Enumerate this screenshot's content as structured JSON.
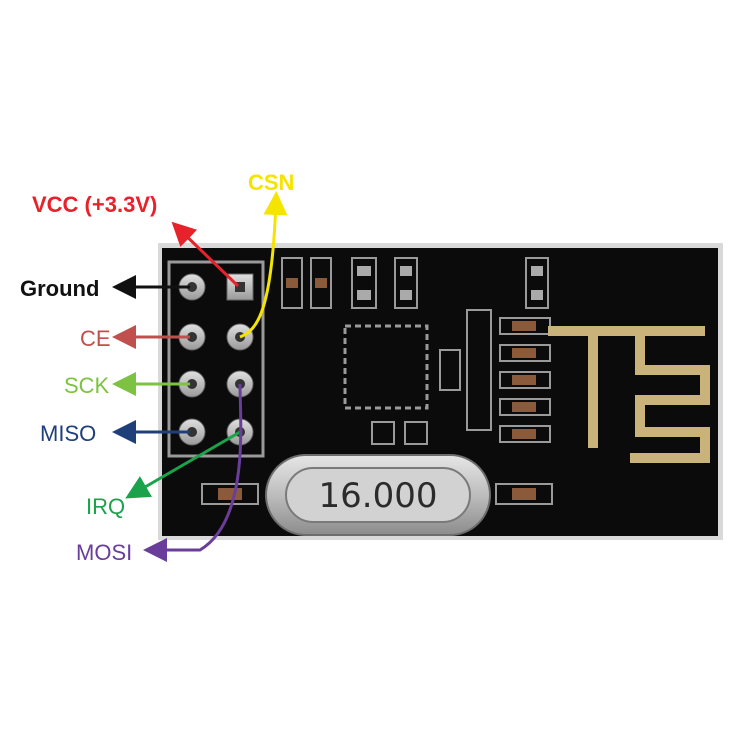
{
  "module": {
    "crystal_label": "16.000"
  },
  "pins": [
    {
      "id": "vcc",
      "label": "VCC (+3.3V)",
      "color": "#e8222a"
    },
    {
      "id": "csn",
      "label": "CSN",
      "color": "#f5e400"
    },
    {
      "id": "ground",
      "label": "Ground",
      "color": "#111111"
    },
    {
      "id": "ce",
      "label": "CE",
      "color": "#c0504d"
    },
    {
      "id": "sck",
      "label": "SCK",
      "color": "#7dc242"
    },
    {
      "id": "miso",
      "label": "MISO",
      "color": "#1f3f7a"
    },
    {
      "id": "irq",
      "label": "IRQ",
      "color": "#1aa34a"
    },
    {
      "id": "mosi",
      "label": "MOSI",
      "color": "#6a3d9a"
    }
  ]
}
